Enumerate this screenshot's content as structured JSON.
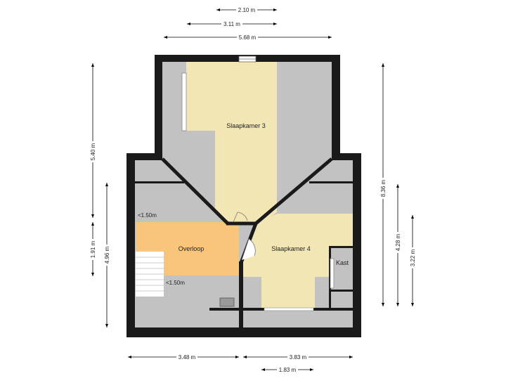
{
  "colors": {
    "wall": "#1a1a1a",
    "slope": "#c2c2c2",
    "bedroom": "#f3e6b5",
    "landing": "#f9c57a",
    "stairs": "#ffffff",
    "dimension_line": "#000000"
  },
  "rooms": {
    "bedroom3": "Slaapkamer 3",
    "bedroom4": "Slaapkamer 4",
    "landing": "Overloop",
    "closet": "Kast"
  },
  "notes": {
    "height_left_top": "<1.50m",
    "height_left_bottom": "<1.50m"
  },
  "dimensions": {
    "top_1": "2.10 m",
    "top_2": "3.11 m",
    "top_3": "5.68 m",
    "bottom_left": "3.48 m",
    "bottom_right": "3.83 m",
    "bottom_small": "1.83 m",
    "left_upper": "5.40 m",
    "left_middle": "1.91 m",
    "left_lower": "4.96 m",
    "right_outer": "8.36 m",
    "right_middle": "4.28 m",
    "right_inner": "3.22 m"
  }
}
